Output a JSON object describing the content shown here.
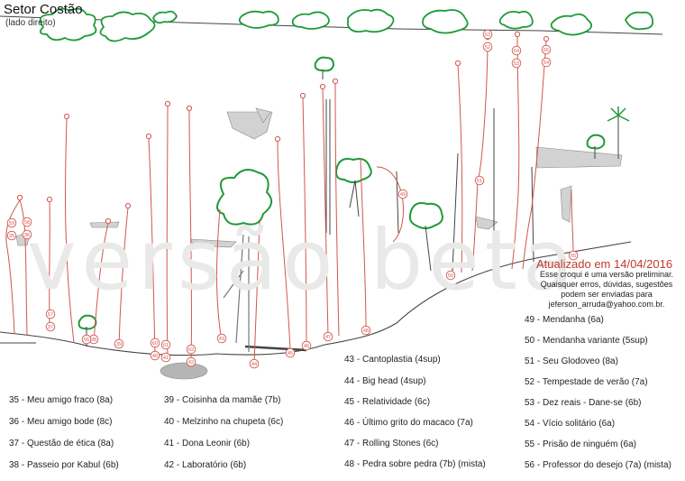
{
  "title": "Setor Costão",
  "subtitle": "(lado direito)",
  "watermark": "versão beta",
  "update_notice": "Atualizado em 14/04/2016",
  "note": "Esse croqui é uma versão preliminar. Quaisquer erros, dúvidas, sugestões podem ser enviadas para jeferson_arruda@yahoo.com.br.",
  "colors": {
    "route": "#d2564c",
    "tree": "#1f9a3a",
    "rock": "#cfcfcf",
    "ground": "#555555"
  },
  "route_numbers": [
    35,
    36,
    37,
    38,
    39,
    40,
    41,
    42,
    43,
    44,
    45,
    46,
    47,
    48,
    49,
    50,
    51,
    52,
    53,
    54,
    55,
    56,
    57,
    58,
    59,
    60,
    61,
    62,
    63,
    64,
    65
  ],
  "legend": [
    "35 - Meu amigo fraco (8a)",
    "36 - Meu amigo bode (8c)",
    "37 - Questão de ética (8a)",
    "38 - Passeio por Kabul (6b)",
    "39 - Coisinha da mamãe (7b)",
    "40 - Melzinho na chupeta (6c)",
    "41 - Dona Leonir (6b)",
    "42 - Laboratório (6b)",
    "43 - Cantoplastia (4sup)",
    "44 - Big head (4sup)",
    "45 - Relatividade (6c)",
    "46 - Último grito do macaco (7a)",
    "47 - Rolling Stones (6c)",
    "48 - Pedra sobre pedra (7b) (mista)",
    "49 - Mendanha (6a)",
    "50 - Mendanha variante (5sup)",
    "51 - Seu Glodoveo (8a)",
    "52 - Tempestade de verão (7a)",
    "53 - Dez reais - Dane-se (6b)",
    "54 - Vício solitário (6a)",
    "55 - Prisão de ninguém (6a)",
    "56 - Professor do desejo (7a) (mista)"
  ]
}
